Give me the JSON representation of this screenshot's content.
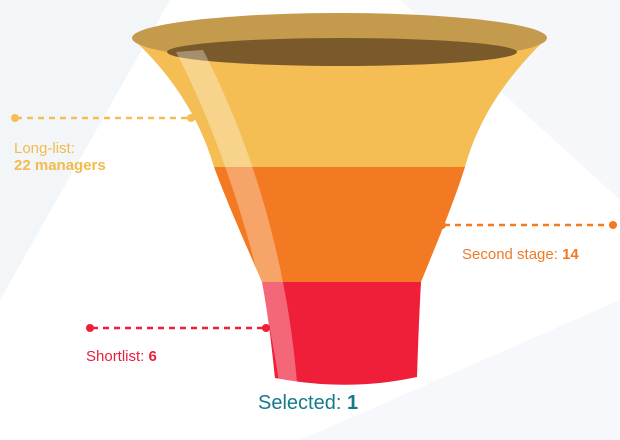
{
  "colors": {
    "long_list": "#f4be55",
    "second_stage": "#f37a22",
    "shortlist": "#ef1f3a",
    "rim_outer": "#c49a4d",
    "rim_inner": "#7a5a2a",
    "selected_text": "#157a8c"
  },
  "stages": {
    "long_list": {
      "label_line1": "Long-list:",
      "value": "22 managers"
    },
    "second_stage": {
      "label": "Second stage: ",
      "value": "14"
    },
    "shortlist": {
      "label": "Shortlist: ",
      "value": "6"
    },
    "selected": {
      "label": "Selected: ",
      "value": "1"
    }
  }
}
